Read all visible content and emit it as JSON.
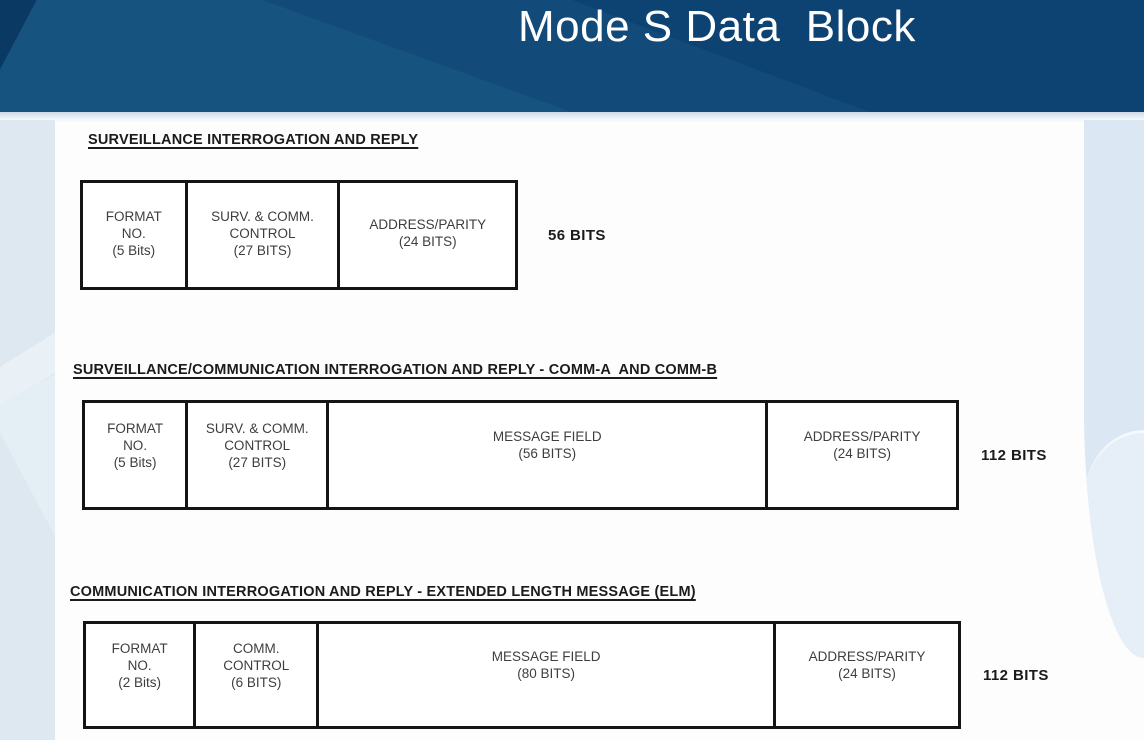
{
  "header": {
    "title": "Mode S Data  Block"
  },
  "colors": {
    "header_bg": "#0d4373",
    "header_swoosh_light": "#17537f",
    "accent_band": "#dde8f1",
    "box_border": "#141414",
    "cell_text": "#3e3e3e",
    "heading_text": "#1b1b1b"
  },
  "diagrams": [
    {
      "heading": "SURVEILLANCE INTERROGATION AND REPLY",
      "total_label": "56 BITS",
      "cells": [
        {
          "text": "FORMAT\nNO.\n(5 Bits)"
        },
        {
          "text": "SURV. & COMM.\nCONTROL\n(27 BITS)"
        },
        {
          "text": "ADDRESS/PARITY\n(24 BITS)"
        }
      ]
    },
    {
      "heading": "SURVEILLANCE/COMMUNICATION INTERROGATION AND REPLY - COMM-A  AND COMM-B",
      "total_label": "112 BITS",
      "cells": [
        {
          "text": "FORMAT\nNO.\n(5 Bits)"
        },
        {
          "text": "SURV. & COMM.\nCONTROL\n(27 BITS)"
        },
        {
          "text": "MESSAGE FIELD\n(56 BITS)"
        },
        {
          "text": "ADDRESS/PARITY\n(24 BITS)"
        }
      ]
    },
    {
      "heading": "COMMUNICATION INTERROGATION AND REPLY - EXTENDED LENGTH MESSAGE (ELM)",
      "total_label": "112 BITS",
      "cells": [
        {
          "text": "FORMAT\nNO.\n(2 Bits)"
        },
        {
          "text": "COMM.\nCONTROL\n(6 BITS)"
        },
        {
          "text": "MESSAGE FIELD\n(80 BITS)"
        },
        {
          "text": "ADDRESS/PARITY\n(24 BITS)"
        }
      ]
    }
  ]
}
